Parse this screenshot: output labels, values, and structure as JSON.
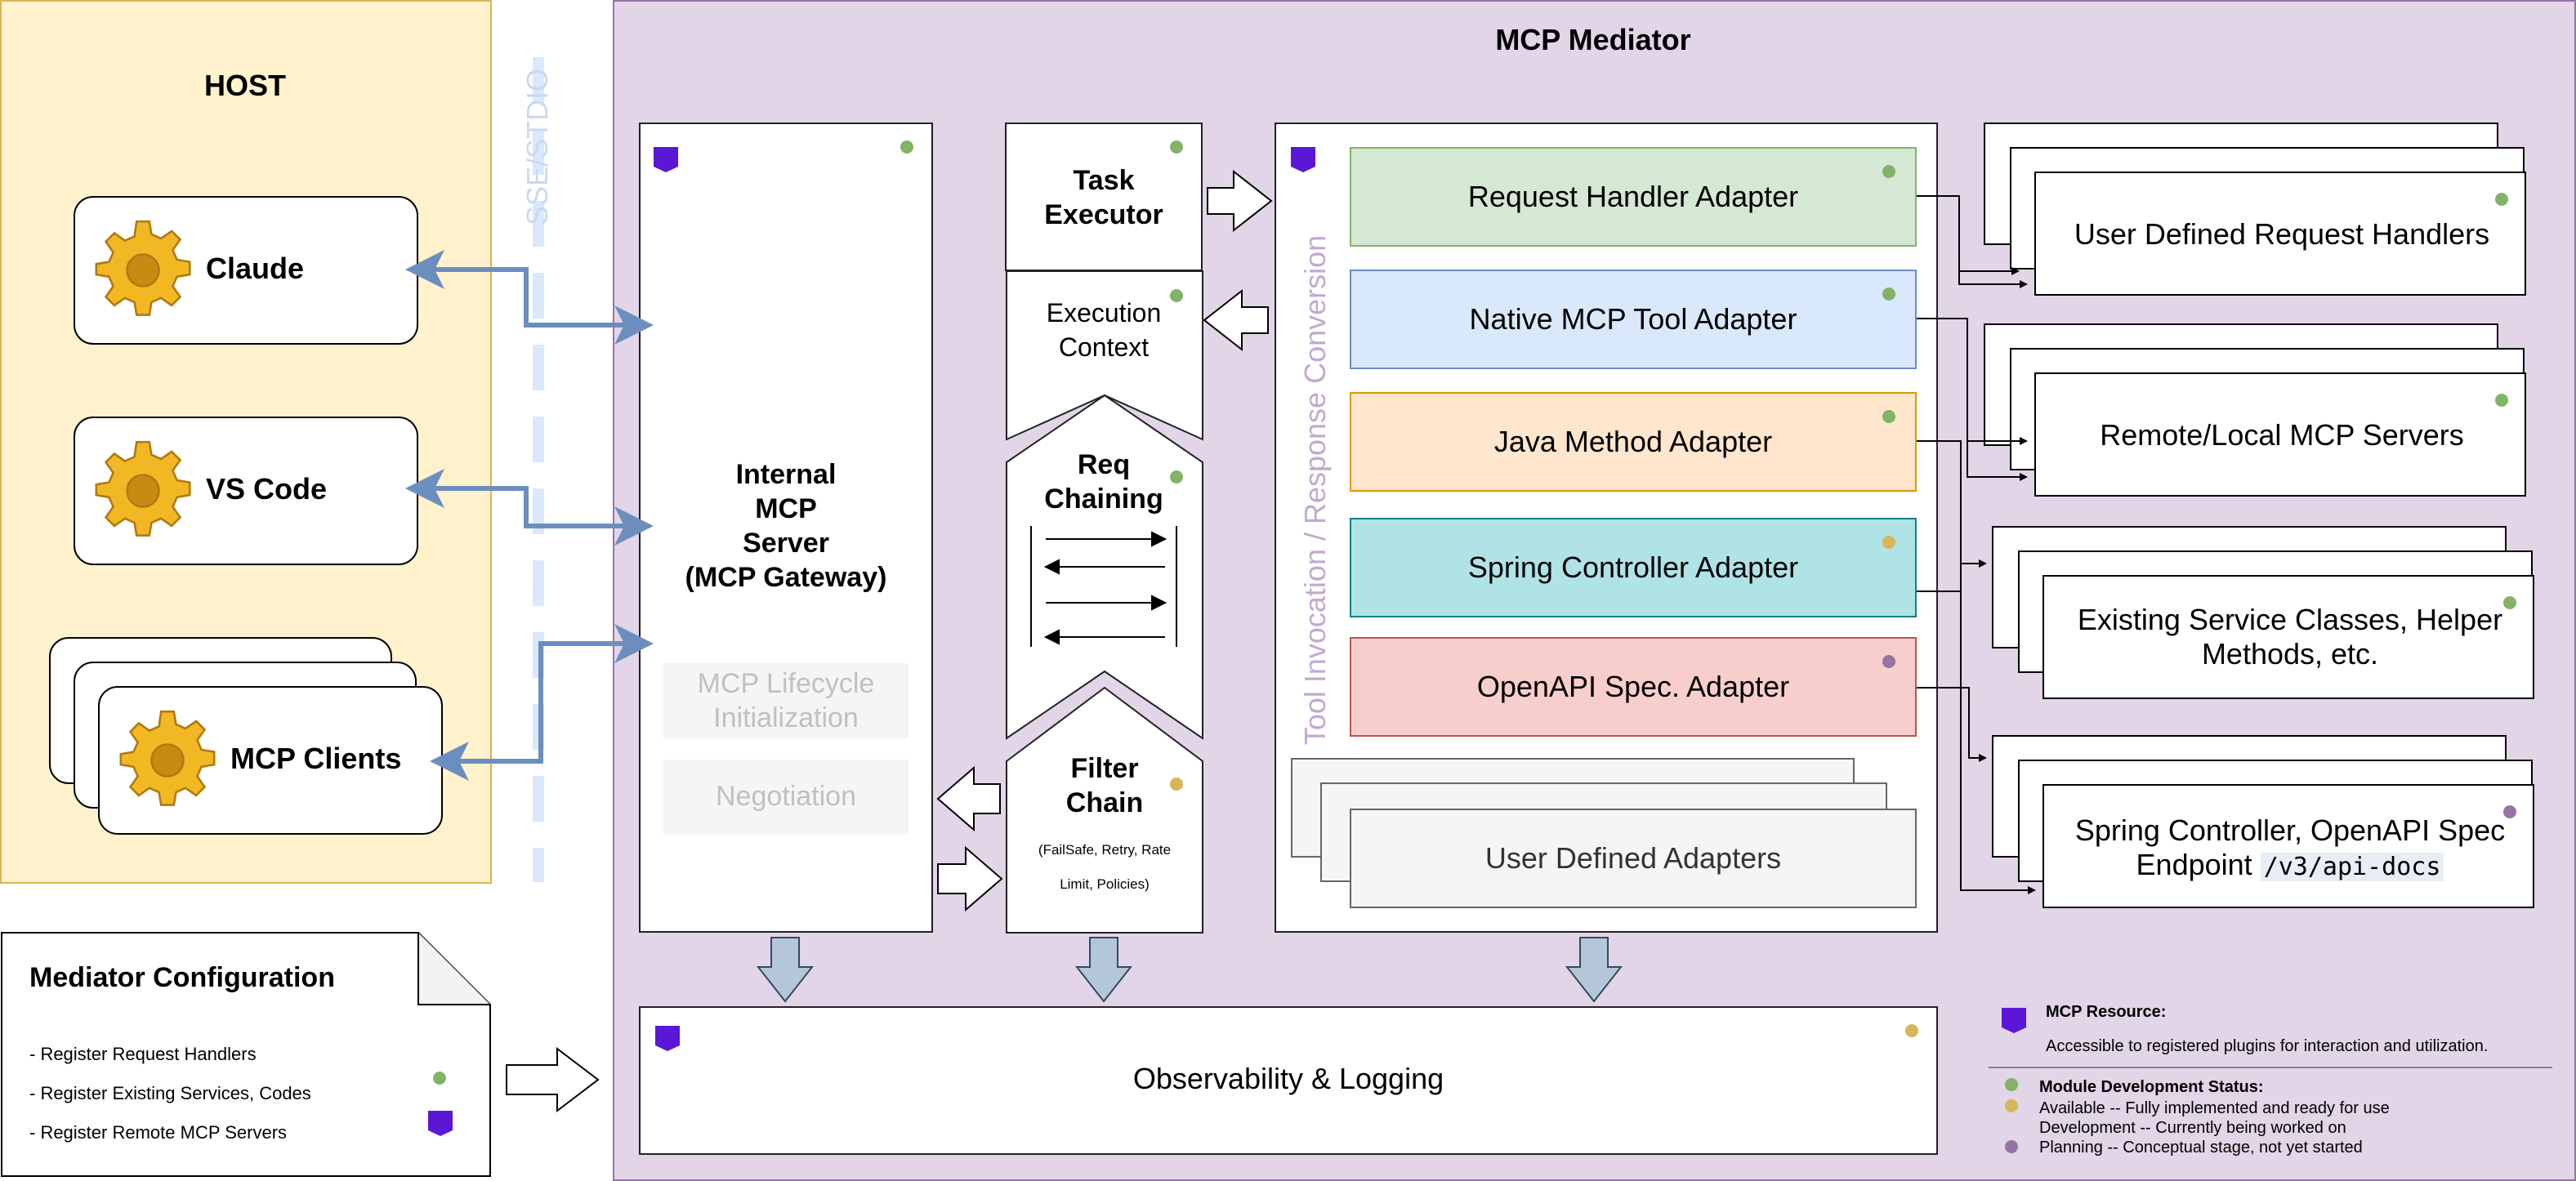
{
  "colors": {
    "host_bg": "#fff2cc",
    "host_border": "#d6b656",
    "mediator_bg": "#e1d5e7",
    "mediator_border": "#9673a6",
    "green": "#82b366",
    "yellow": "#d6b656",
    "purple": "#9673a6",
    "resource": "#5a17d6",
    "arrow_blue": "#6c8ebf",
    "down_arrow": "#b4c7d9"
  },
  "host": {
    "title": "HOST"
  },
  "transport": {
    "label": "SSE/STDIO"
  },
  "clients": {
    "claude": "Claude",
    "vscode": "VS Code",
    "mcp_clients": "MCP Clients"
  },
  "mediator": {
    "title": "MCP Mediator"
  },
  "gateway": {
    "title_lines": [
      "Internal",
      "MCP",
      "Server",
      "(MCP Gateway)"
    ],
    "lifecycle": "MCP Lifecycle Initialization",
    "negotiation": "Negotiation"
  },
  "middle": {
    "task_executor": "Task Executor",
    "execution_context": "Execution Context",
    "req_chaining": "Req Chaining",
    "filter_chain": "Filter Chain",
    "filter_chain_note": "(FailSafe, Retry, Rate Limit, Policies)"
  },
  "adapters": {
    "vertical_label": "Tool Invocation / Response Conversion",
    "items": [
      {
        "label": "Request Handler Adapter",
        "status": "available"
      },
      {
        "label": "Native MCP Tool Adapter",
        "status": "available"
      },
      {
        "label": "Java Method Adapter",
        "status": "available"
      },
      {
        "label": "Spring Controller Adapter",
        "status": "development"
      },
      {
        "label": "OpenAPI Spec. Adapter",
        "status": "planning"
      }
    ],
    "user_defined": "User Defined Adapters"
  },
  "targets": {
    "request_handlers": "User Defined Request Handlers",
    "mcp_servers": "Remote/Local MCP Servers",
    "service_classes": "Existing Service Classes, Helper Methods, etc.",
    "spring_openapi": "Spring Controller, OpenAPI Spec Endpoint",
    "spring_openapi_code": "/v3/api-docs"
  },
  "observability": {
    "label": "Observability & Logging"
  },
  "config": {
    "title": "Mediator Configuration",
    "items": [
      "- Register Request Handlers",
      "- Register Existing Services, Codes",
      "- Register Remote MCP Servers"
    ]
  },
  "legend": {
    "resource_title": "MCP Resource:",
    "resource_desc": "Accessible to registered plugins for interaction and utilization.",
    "status_title": "Module Development Status:",
    "available": "Available -- Fully implemented and ready for use",
    "development": "Development -- Currently being worked on",
    "planning": "Planning -- Conceptual stage, not yet started"
  }
}
